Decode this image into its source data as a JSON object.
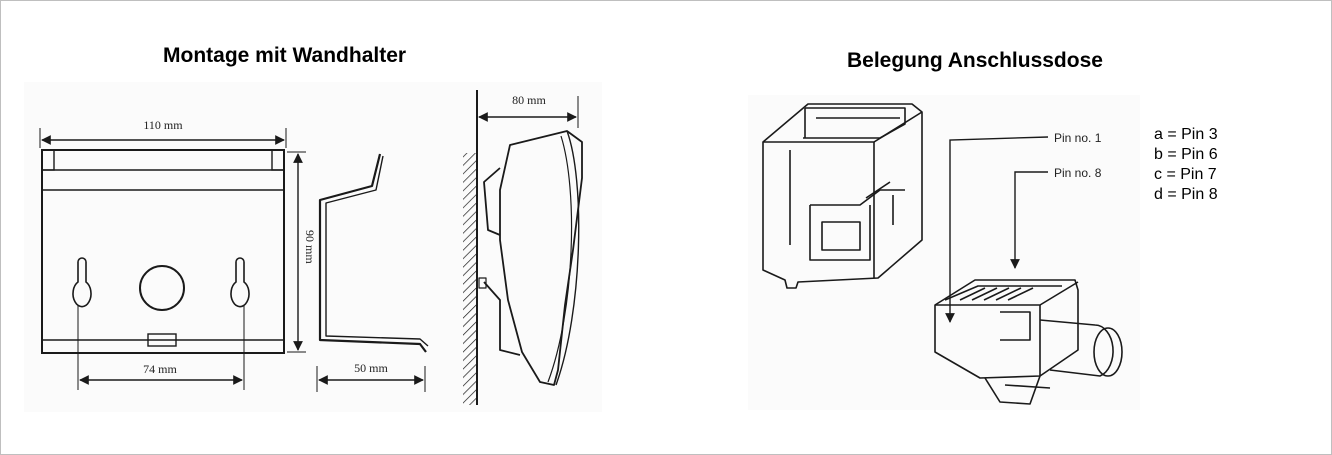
{
  "left_panel": {
    "title": "Montage mit Wandhalter",
    "dimensions": {
      "width_top": "110 mm",
      "height": "90 mm",
      "hole_spacing": "74 mm",
      "bracket_width": "50 mm",
      "side_depth": "80 mm"
    }
  },
  "right_panel": {
    "title": "Belegung Anschlussdose",
    "callouts": {
      "pin1": "Pin no. 1",
      "pin8": "Pin no. 8"
    },
    "pin_map": [
      "a = Pin 3",
      "b = Pin 6",
      "c = Pin 7",
      "d = Pin 8"
    ]
  },
  "colors": {
    "line": "#1a1a1a",
    "frame_border": "#bfbfbf",
    "drawing_bg": "#fbfbfb"
  }
}
